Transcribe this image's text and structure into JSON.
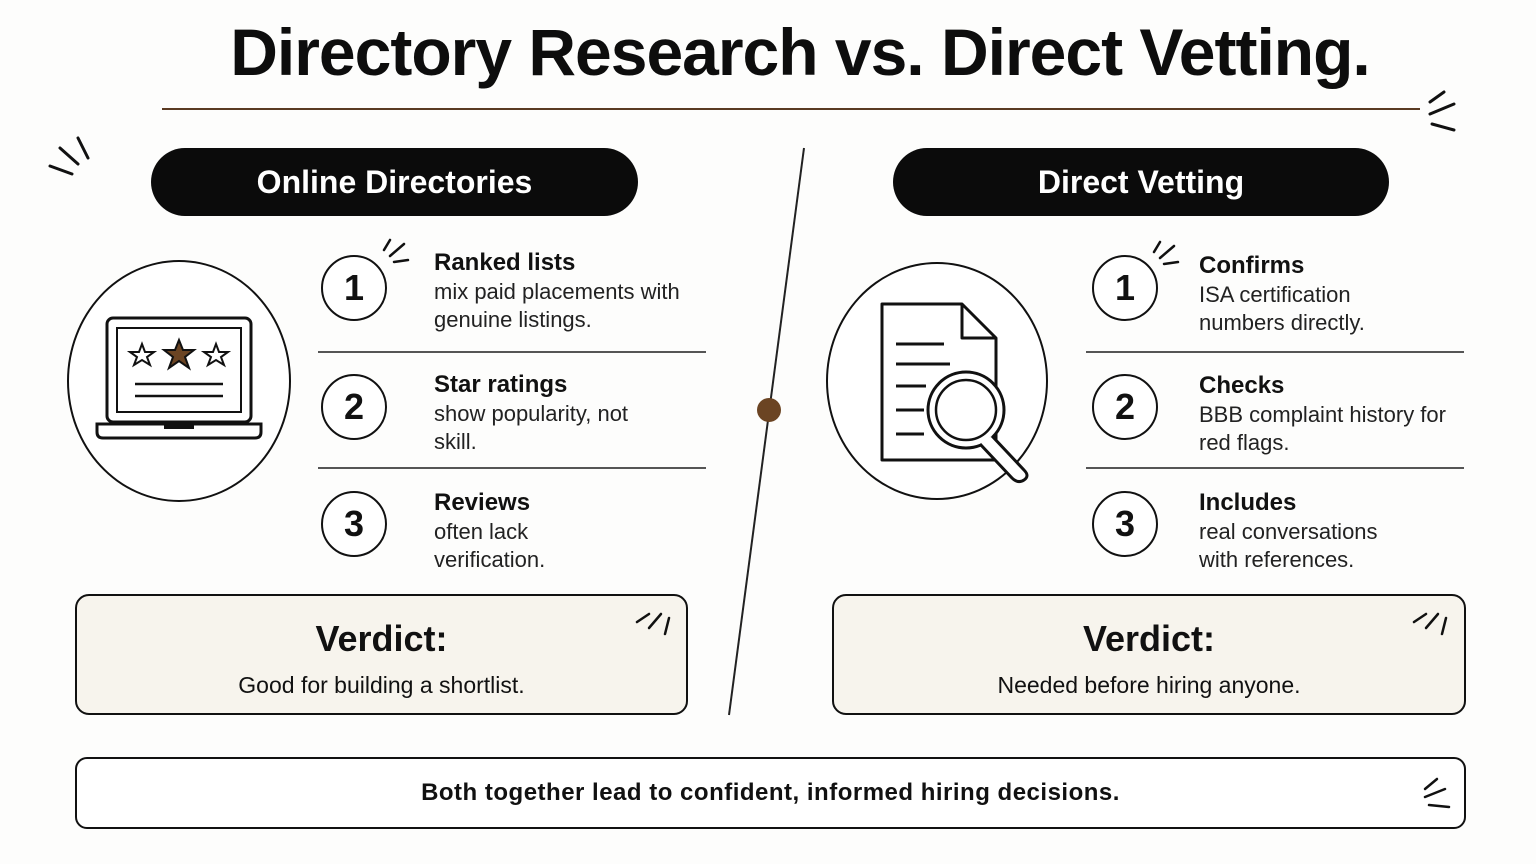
{
  "title": "Directory Research vs. Direct Vetting.",
  "left": {
    "header": "Online Directories",
    "icon": "laptop-star-rating-icon",
    "items": [
      {
        "number": "1",
        "heading": "Ranked lists",
        "text": "mix paid placements with genuine listings."
      },
      {
        "number": "2",
        "heading": "Star ratings",
        "text": "show popularity, not skill."
      },
      {
        "number": "3",
        "heading": "Reviews",
        "text": "often lack verification."
      }
    ],
    "verdict_label": "Verdict:",
    "verdict_text": "Good for building a shortlist."
  },
  "right": {
    "header": "Direct Vetting",
    "icon": "document-magnifier-icon",
    "items": [
      {
        "number": "1",
        "heading": "Confirms",
        "text": "ISA certification numbers directly."
      },
      {
        "number": "2",
        "heading": "Checks",
        "text": "BBB complaint history for red flags."
      },
      {
        "number": "3",
        "heading": "Includes",
        "text": "real conversations with references."
      }
    ],
    "verdict_label": "Verdict:",
    "verdict_text": "Needed before hiring anyone."
  },
  "footer": "Both together lead to confident, informed hiring decisions.",
  "colors": {
    "accent": "#6b4423",
    "ink": "#111111",
    "verdict_bg": "#f7f4ed",
    "background": "#fdfdfc"
  }
}
